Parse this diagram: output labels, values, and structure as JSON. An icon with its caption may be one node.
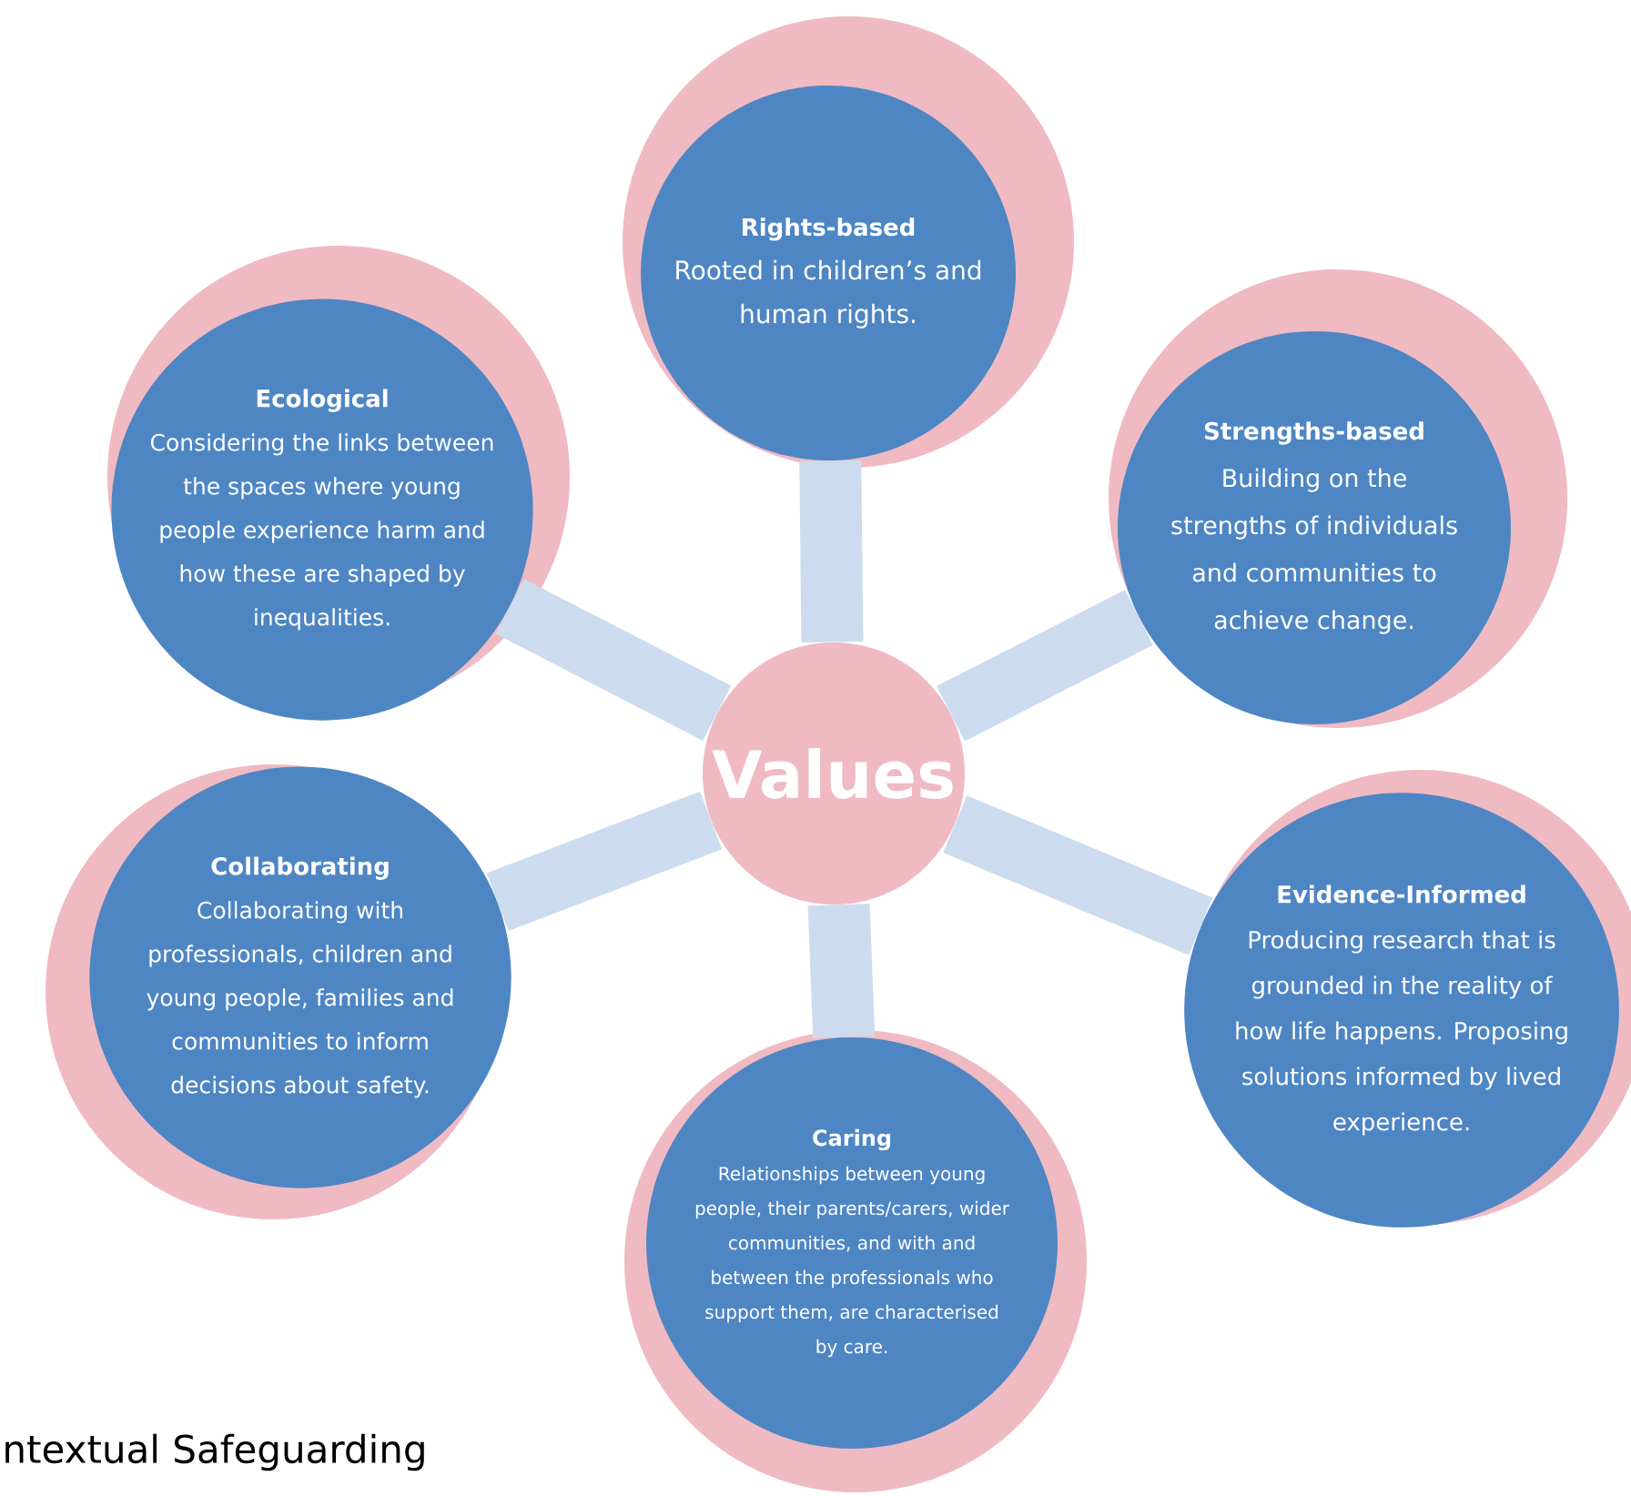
{
  "diagram": {
    "nodes": [
      {
        "text": [
          "Values"
        ]
      },
      {
        "text": [
          "Rights-based",
          "Rooted in children’s and human rights."
        ]
      },
      {
        "text": [
          "Ecological",
          "Considering the links between the spaces where young people experience harm and how these are shaped by inequalities."
        ]
      },
      {
        "text": [
          "Strengths-based",
          "Building on the strengths of individuals and communities to achieve change."
        ]
      },
      {
        "text": [
          "Collaborating",
          "Collaborating with professionals, children and young people, families and communities to inform decisions about safety."
        ]
      },
      {
        "text": [
          "Evidence-Informed",
          "Producing research that is grounded in the reality of how life happens. Proposing solutions informed by lived experience."
        ]
      },
      {
        "text": [
          "Caring",
          "Relationships between young people, their parents/carers, wider communities, and with and between the professionals who support them, are characterised by care."
        ]
      }
    ],
    "edges": [
      {
        "from": 0,
        "to": 1,
        "arrow": "none"
      },
      {
        "from": 0,
        "to": 2,
        "arrow": "none"
      },
      {
        "from": 0,
        "to": 3,
        "arrow": "none"
      },
      {
        "from": 0,
        "to": 4,
        "arrow": "none"
      },
      {
        "from": 0,
        "to": 5,
        "arrow": "none"
      },
      {
        "from": 0,
        "to": 6,
        "arrow": "none"
      }
    ],
    "labels": [
      "ntextual Safeguarding"
    ]
  }
}
